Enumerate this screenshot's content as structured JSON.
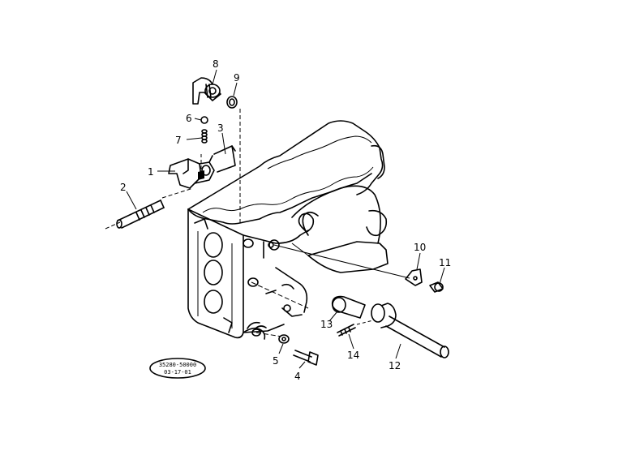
{
  "callouts": [
    {
      "id": "c1",
      "label": "1"
    },
    {
      "id": "c2",
      "label": "2"
    },
    {
      "id": "c3",
      "label": "3"
    },
    {
      "id": "c4",
      "label": "4"
    },
    {
      "id": "c5",
      "label": "5"
    },
    {
      "id": "c6",
      "label": "6"
    },
    {
      "id": "c7",
      "label": "7"
    },
    {
      "id": "c8",
      "label": "8"
    },
    {
      "id": "c9",
      "label": "9"
    },
    {
      "id": "c10",
      "label": "10"
    },
    {
      "id": "c11",
      "label": "11"
    },
    {
      "id": "c12",
      "label": "12"
    },
    {
      "id": "c13",
      "label": "13"
    },
    {
      "id": "c14",
      "label": "14"
    }
  ],
  "drawing_tag": {
    "line1": "35280-50000",
    "line2": "03-17-01"
  }
}
